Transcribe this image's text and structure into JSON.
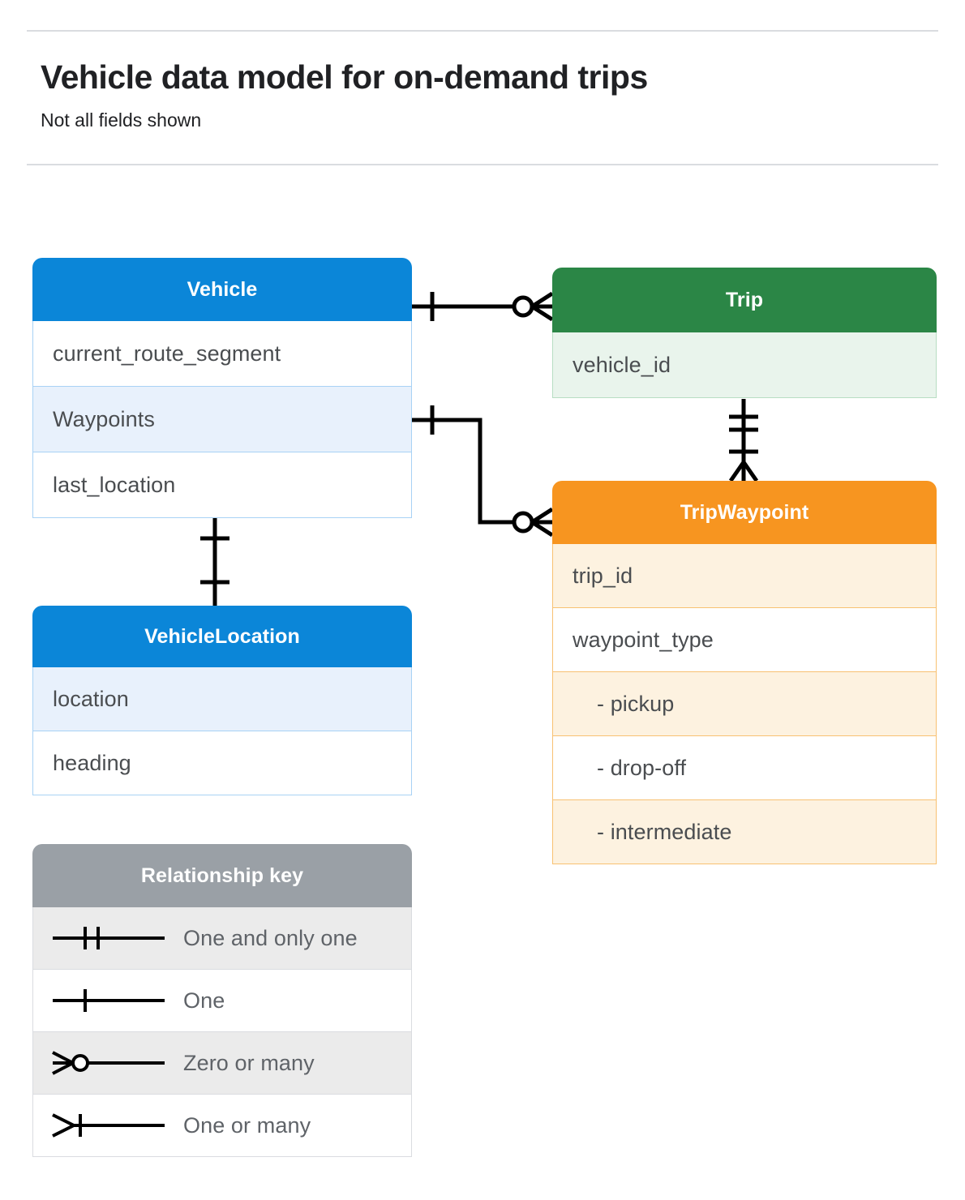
{
  "header": {
    "title": "Vehicle data model for on-demand trips",
    "subtitle": "Not all fields shown"
  },
  "colors": {
    "vehicle": "#0b86d8",
    "vehicle_row_alt": "#e8f1fc",
    "vehicle_border": "#a8d2f5",
    "trip": "#2b8646",
    "trip_row_alt": "#e9f4ec",
    "trip_border": "#b7ddc2",
    "tripwaypoint": "#f79520",
    "tripwaypoint_row_alt": "#fdf2e0",
    "tripwaypoint_border": "#f8c172",
    "legend_header": "#9aa0a6",
    "legend_row_alt": "#ebebeb",
    "connector": "#000000",
    "rule": "#dadce0",
    "text": "#4a4d50"
  },
  "entities": {
    "vehicle": {
      "name": "Vehicle",
      "fields": [
        {
          "label": "current_route_segment"
        },
        {
          "label": "Waypoints"
        },
        {
          "label": "last_location"
        }
      ]
    },
    "vehicle_location": {
      "name": "VehicleLocation",
      "fields": [
        {
          "label": "location"
        },
        {
          "label": "heading"
        }
      ]
    },
    "trip": {
      "name": "Trip",
      "fields": [
        {
          "label": "vehicle_id"
        }
      ]
    },
    "trip_waypoint": {
      "name": "TripWaypoint",
      "fields": [
        {
          "label": "trip_id"
        },
        {
          "label": "waypoint_type"
        },
        {
          "label": "-  pickup"
        },
        {
          "label": "-  drop-off"
        },
        {
          "label": "-  intermediate"
        }
      ]
    }
  },
  "legend": {
    "title": "Relationship key",
    "items": [
      {
        "glyph": "one-and-only-one-icon",
        "label": "One and only one"
      },
      {
        "glyph": "one-icon",
        "label": "One"
      },
      {
        "glyph": "zero-or-many-icon",
        "label": "Zero or many"
      },
      {
        "glyph": "one-or-many-icon",
        "label": "One or many"
      }
    ]
  },
  "relationships": [
    {
      "from": "Vehicle",
      "to": "Trip",
      "from_cardinality": "One",
      "to_cardinality": "Zero or many"
    },
    {
      "from": "Vehicle.Waypoints",
      "to": "TripWaypoint",
      "from_cardinality": "One",
      "to_cardinality": "Zero or many"
    },
    {
      "from": "Trip",
      "to": "TripWaypoint",
      "from_cardinality": "One and only one",
      "to_cardinality": "One or many"
    },
    {
      "from": "Vehicle",
      "to": "VehicleLocation",
      "from_cardinality": "One",
      "to_cardinality": "One"
    }
  ]
}
